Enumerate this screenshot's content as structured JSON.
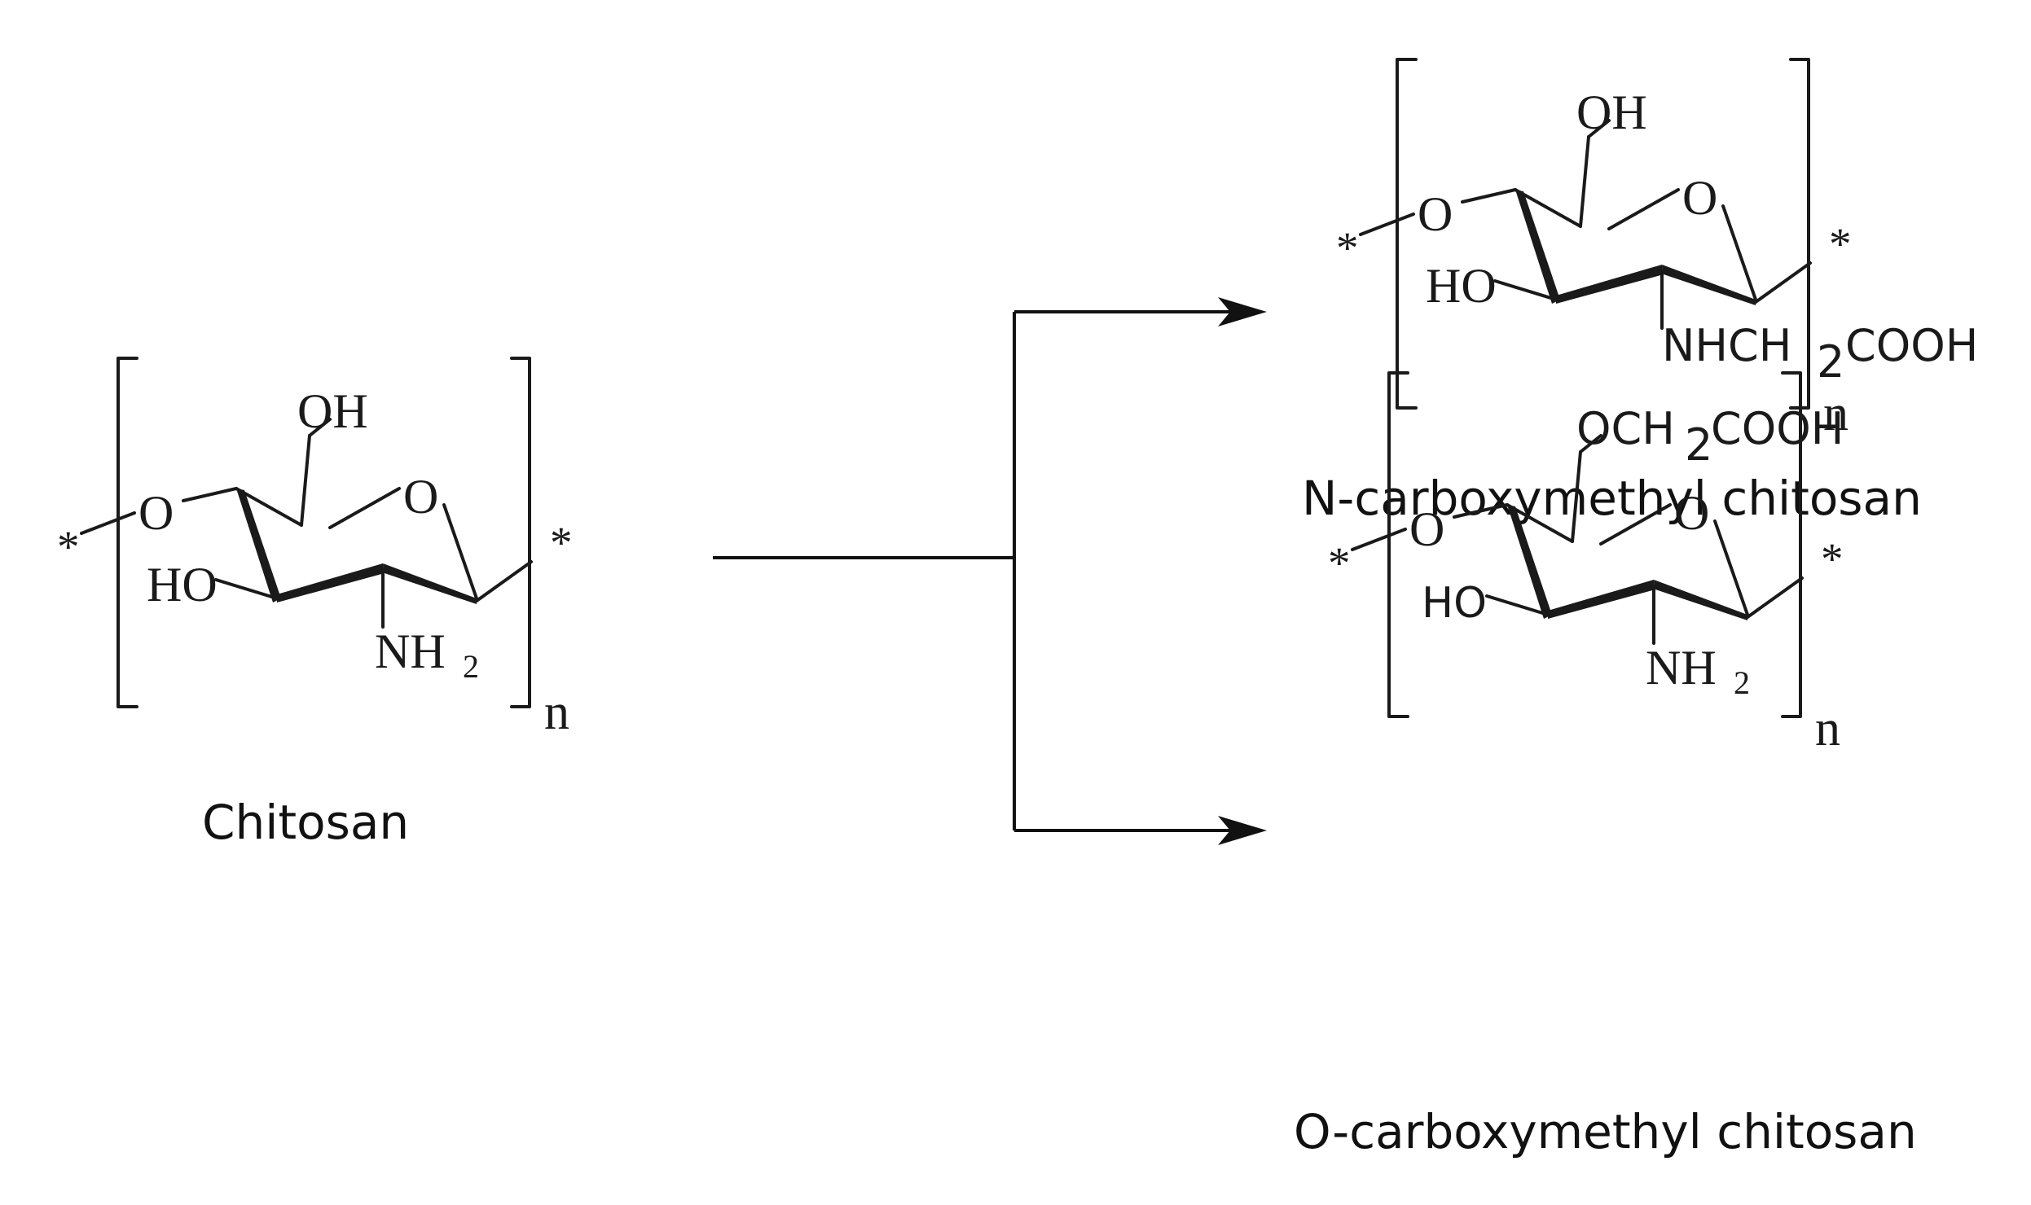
{
  "labels": {
    "chitosan": "Chitosan",
    "n_cmc": "N-carboxymethyl chitosan",
    "o_cmc": "O-carboxymethyl chitosan"
  },
  "atoms": {
    "oh": "OH",
    "ho": "HO",
    "o": "O",
    "n": "NH",
    "sub2": "2",
    "star": "*",
    "repeat": "n",
    "nhch2cooh_a": "NHCH",
    "nhch2cooh_b": "COOH",
    "och2cooh_a": "OCH",
    "och2cooh_b": "COOH"
  }
}
